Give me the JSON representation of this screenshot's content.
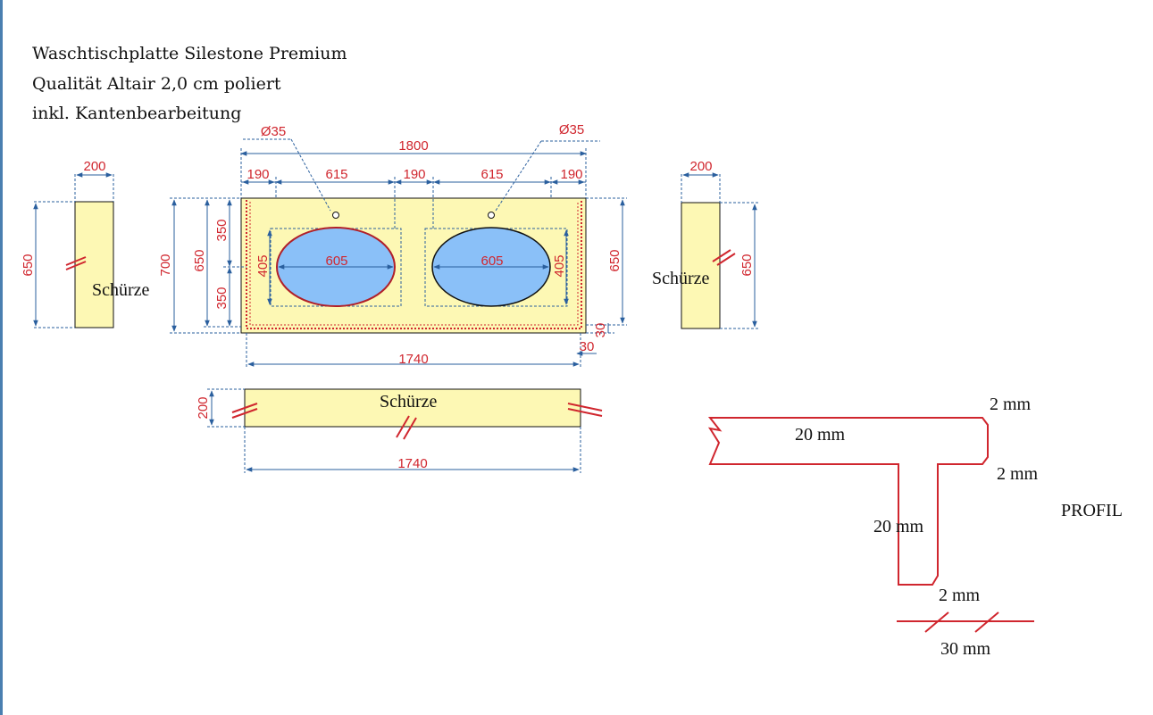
{
  "colors": {
    "stone_fill": "#fdf8b4",
    "basin_fill": "#8ac0f8",
    "dim_red": "#d0262e",
    "dim_line_blue": "#2a5f9e",
    "outline": "#111111"
  },
  "header": {
    "line1": "Waschtischplatte  Silestone Premium",
    "line2": "Qualität Altair 2,0 cm  poliert",
    "line3": "inkl. Kantenbearbeitung"
  },
  "plate": {
    "overall_width": "1800",
    "segments": [
      "190",
      "615",
      "190",
      "615",
      "190"
    ],
    "height_left": "700",
    "height_inner": "650",
    "half_top": "350",
    "half_bottom": "350",
    "height_right": "650",
    "bottom_width": "1740",
    "edge_30_h": "30",
    "edge_30_v": "30",
    "tap_hole_left": "Ø35",
    "tap_hole_right": "Ø35",
    "basin_left_width": "605",
    "basin_left_depth": "405",
    "basin_right_width": "605",
    "basin_right_depth": "405"
  },
  "apron_left": {
    "width": "200",
    "height": "650",
    "label": "Schürze"
  },
  "apron_right": {
    "width": "200",
    "height": "650",
    "label": "Schürze"
  },
  "apron_bottom": {
    "height": "200",
    "width": "1740",
    "label": "Schürze"
  },
  "profile": {
    "title": "PROFIL",
    "top_bevel": "2 mm",
    "plate_thickness": "20 mm",
    "corner_bevel": "2 mm",
    "apron_thickness": "20 mm",
    "bottom_bevel": "2 mm",
    "total_width": "30 mm"
  }
}
